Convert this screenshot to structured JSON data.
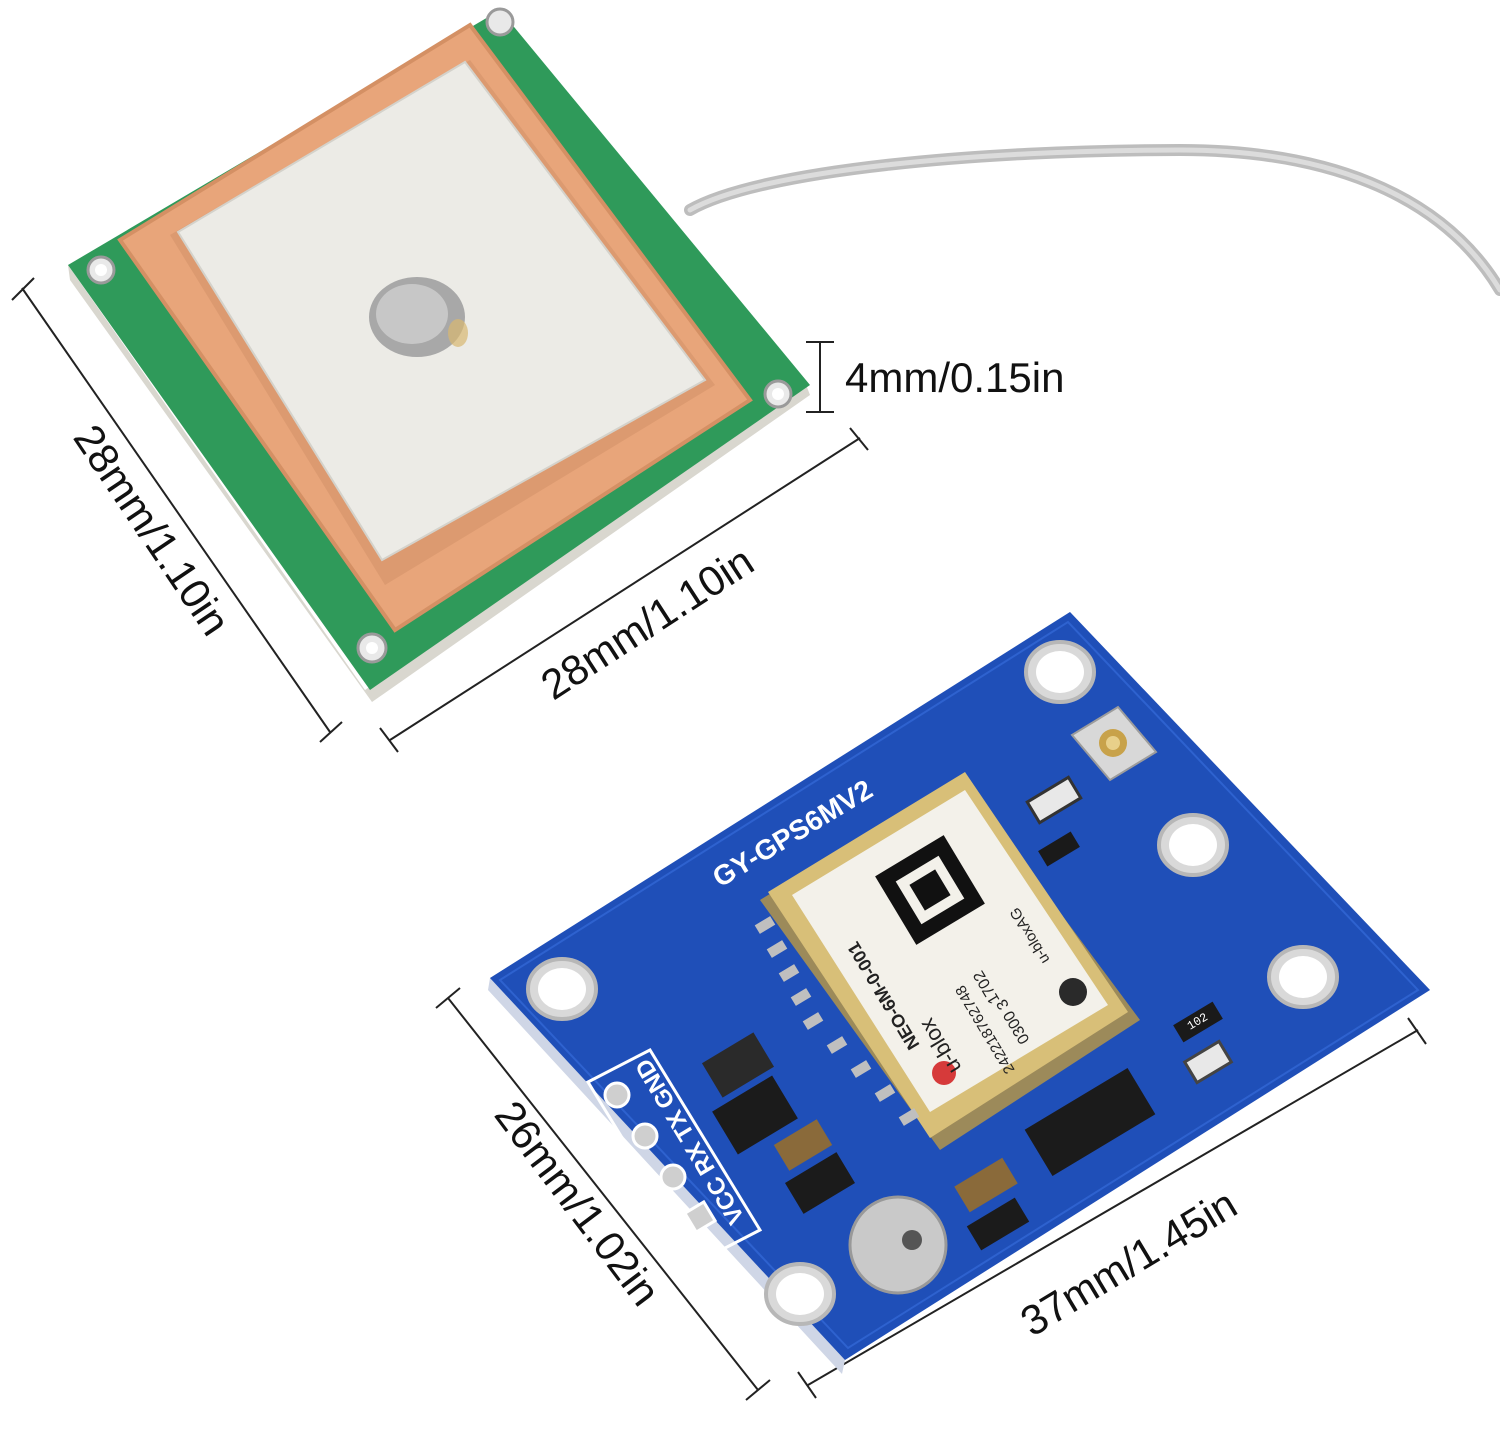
{
  "dimensions": {
    "antenna_side": "28mm/1.10in",
    "antenna_bottom": "28mm/1.10in",
    "antenna_thickness": "4mm/0.15in",
    "board_height": "26mm/1.02in",
    "board_width": "37mm/1.45in"
  },
  "board": {
    "model_label": "GY-GPS6MV2",
    "pin_labels": "VCC RX TX GND",
    "module_brand": "u-blox",
    "module_model": "NEO-6M-0-001",
    "module_line1": "0300   3",
    "module_line2": "1702",
    "module_serial": "242218762748",
    "module_maker": "u-bloxAG",
    "resistor_label": "102"
  },
  "colors": {
    "antenna_pcb": "#2f9a5a",
    "antenna_ceramic": "#e8a57a",
    "antenna_patch": "#ecebe6",
    "board_pcb": "#1f4fb8",
    "shield": "#c9ad66",
    "cable": "#c9c9c9"
  }
}
